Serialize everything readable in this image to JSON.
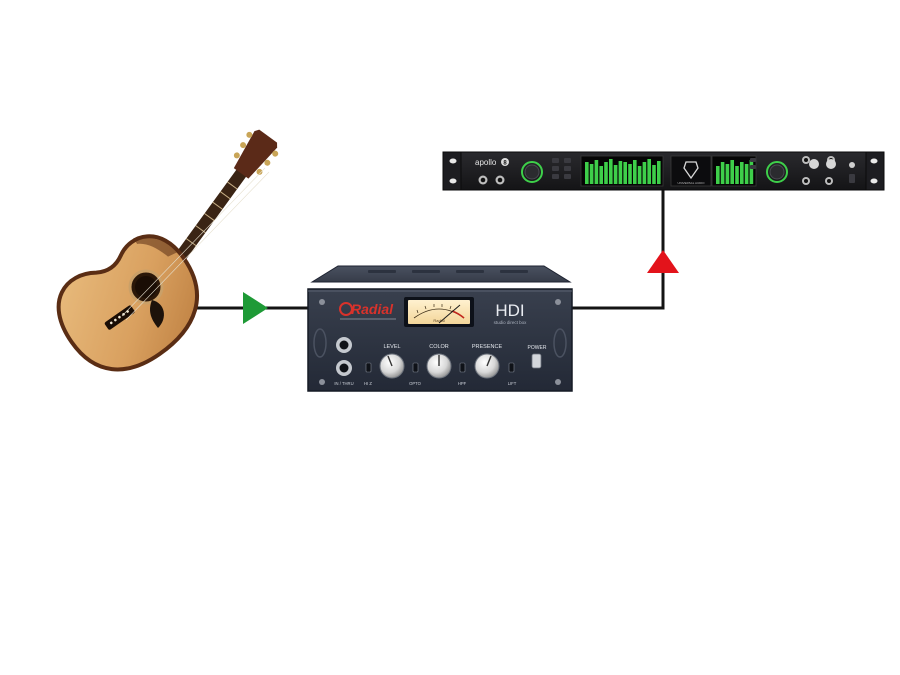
{
  "colors": {
    "background": "#ffffff",
    "cable": "#141414",
    "arrow_input": "#1e9a36",
    "arrow_output": "#e3131b",
    "di_body": "#2a3140",
    "interface_body": "#1c1c1f",
    "meter_green": "#3ecf4a"
  },
  "icons": {
    "guitar": "acoustic-guitar-icon",
    "di_box": "radial-hdi-di-box-icon",
    "interface": "apollo-8-audio-interface-icon",
    "arrow_in": "triangle-right-icon",
    "arrow_out": "triangle-up-icon"
  },
  "hdi": {
    "brand": "Radial",
    "model": "HDI",
    "subtitle": "studio direct box",
    "vu_label": "Radial",
    "knobs": [
      "LEVEL",
      "COLOR",
      "PRESENCE"
    ],
    "power_label": "POWER",
    "switch_labels": [
      "IN / THRU",
      "HI Z",
      "OPTO",
      "HPF",
      "LIFT"
    ]
  },
  "apollo": {
    "brand": "apollo",
    "model_badge": "8",
    "maker": "UNIVERSAL AUDIO"
  }
}
